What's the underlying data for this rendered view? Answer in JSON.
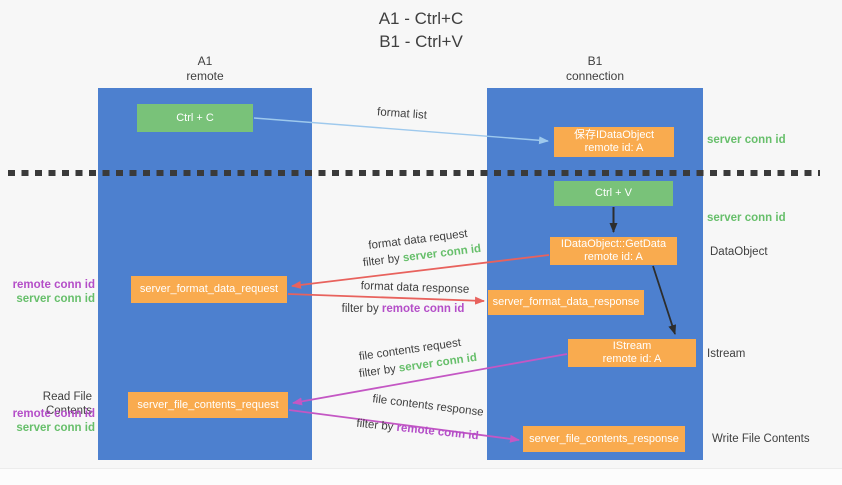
{
  "title": {
    "line1": "A1 - Ctrl+C",
    "line2": "B1 - Ctrl+V"
  },
  "columns": {
    "a1": {
      "name": "A1",
      "role": "remote"
    },
    "b1": {
      "name": "B1",
      "role": "connection"
    }
  },
  "boxes": {
    "ctrl_c": "Ctrl + C",
    "ctrl_v": "Ctrl + V",
    "save_idataobject": {
      "line1": "保存IDataObject",
      "line2": "remote id: A"
    },
    "getdata": {
      "line1": "IDataObject::GetData",
      "line2": "remote id: A"
    },
    "istream": {
      "line1": "IStream",
      "line2": "remote id: A"
    },
    "server_format_data_request": "server_format_data_request",
    "server_format_data_response": "server_format_data_response",
    "server_file_contents_request": "server_file_contents_request",
    "server_file_contents_response": "server_file_contents_response"
  },
  "labels": {
    "format_list": "format list",
    "format_data_request": "format data request",
    "format_data_response": "format data response",
    "file_contents_request": "file contents request",
    "file_contents_response": "file contents response",
    "filter_by": "filter by",
    "server_conn_id": "server conn id",
    "remote_conn_id": "remote conn id",
    "dataobject": "DataObject",
    "istream": "Istream",
    "read_file_contents": "Read File Contents",
    "write_file_contents": "Write File Contents"
  },
  "colors": {
    "bg": "#f7f7f7",
    "column_blue": "#4d80cf",
    "box_green": "#79c279",
    "box_orange": "#f9ab4f",
    "label_green": "#67bf6b",
    "label_purple": "#b44ec8",
    "arrow_red": "#e8625d",
    "arrow_magenta": "#c457c4",
    "arrow_blue": "#9ec9ed",
    "arrow_black": "#2d2d2d",
    "text_dark": "#3f3f3f"
  }
}
